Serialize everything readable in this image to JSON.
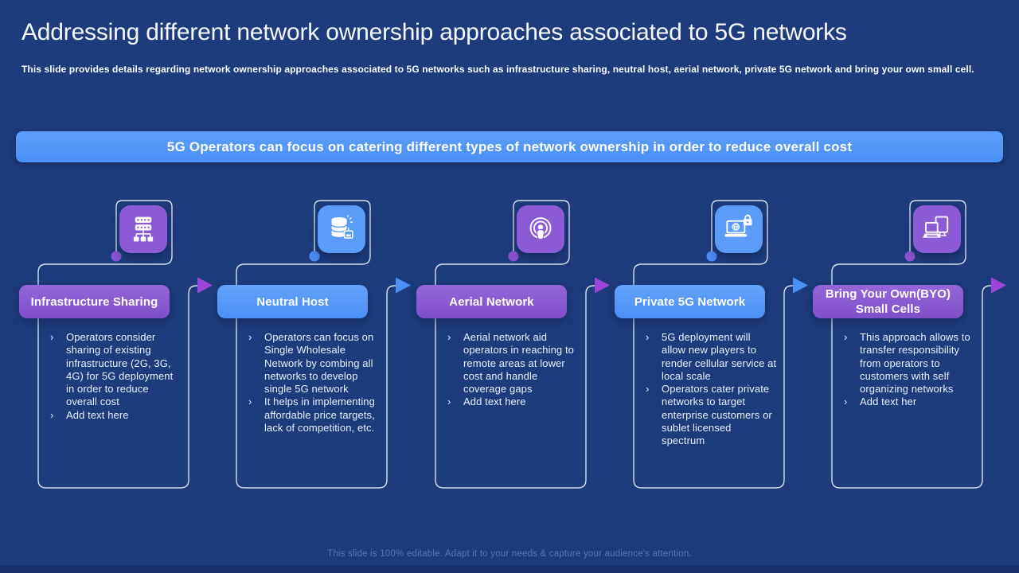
{
  "slide": {
    "title": "Addressing different network ownership approaches associated to 5G networks",
    "subtitle": "This slide provides details regarding network ownership approaches associated to 5G networks such as infrastructure sharing, neutral host, aerial network, private 5G network and bring your own small cell.",
    "banner": "5G Operators can focus on catering different types of network ownership in order to reduce overall cost",
    "footer": "This slide is 100% editable. Adapt it to your needs & capture your audience's attention."
  },
  "ui": {
    "bullet_glyph": "›"
  },
  "colors": {
    "background": "#1d3b7d",
    "banner_blue": "#4a90f5",
    "purple": "#8a5bd4",
    "blue": "#5b9cf8",
    "arrow_purple": "#9b45d9",
    "arrow_blue": "#4a90f5",
    "dot_purple": "#8a52cf",
    "dot_blue": "#4a8cf0",
    "outline": "#e9effc"
  },
  "columns": [
    {
      "title": "Infrastructure Sharing",
      "theme": "purple",
      "icon": "server-rack-network-icon",
      "bullets": [
        "Operators consider sharing of existing infrastructure (2G, 3G, 4G) for 5G deployment in order to reduce overall cost",
        "Add text here"
      ]
    },
    {
      "title": "Neutral Host",
      "theme": "blue",
      "icon": "database-host-icon",
      "bullets": [
        "Operators can focus on Single Wholesale Network by combing all networks to develop single 5G network",
        "It helps in implementing affordable price targets, lack of competition, etc."
      ]
    },
    {
      "title": "Aerial Network",
      "theme": "purple",
      "icon": "podcast-broadcast-icon",
      "bullets": [
        "Aerial network aid operators in reaching to remote areas at lower cost and handle coverage gaps",
        "Add text here"
      ]
    },
    {
      "title": "Private 5G Network",
      "theme": "blue",
      "icon": "secure-laptop-icon",
      "bullets": [
        "5G deployment will allow new players to render cellular service at local scale",
        "Operators cater private networks to target enterprise customers or sublet licensed spectrum"
      ]
    },
    {
      "title": "Bring Your Own(BYO) Small Cells",
      "theme": "purple",
      "icon": "dual-device-icon",
      "bullets": [
        "This approach allows to transfer responsibility from operators to customers with self organizing networks",
        "Add text her"
      ]
    }
  ]
}
